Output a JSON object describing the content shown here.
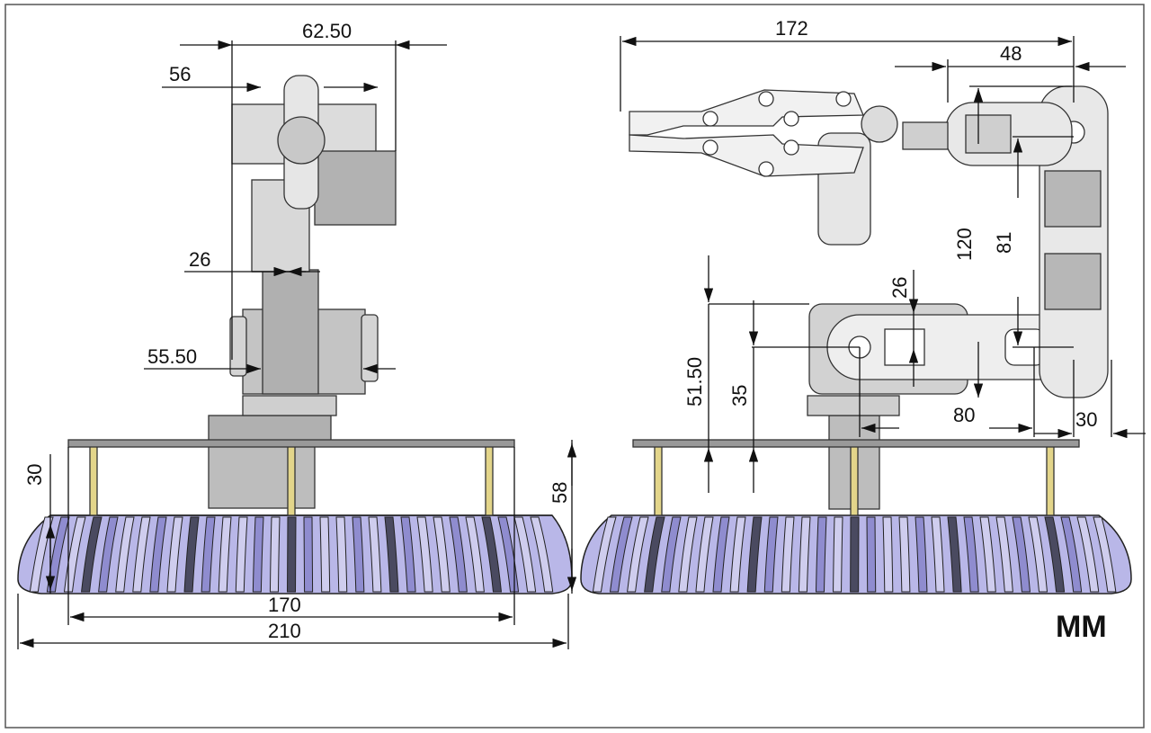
{
  "units": "MM",
  "front_view": {
    "dims": {
      "top_width": "62.50",
      "gripper_width": "56",
      "arm_width": "26",
      "shoulder_width": "55.50",
      "standoff_height": "30",
      "total_height": "58",
      "plate_width": "170",
      "base_width": "210"
    }
  },
  "side_view": {
    "dims": {
      "arm_length": "172",
      "wrist_offset": "48",
      "upper_arm": "120",
      "upper_arm_inner": "81",
      "joint_height": "26",
      "shoulder_height": "51.50",
      "base_joint": "35",
      "forearm": "80",
      "elbow_offset": "30"
    }
  },
  "colors": {
    "frame": "#c8c8c8",
    "frame_dark": "#8e8e8e",
    "standoff": "#e3d58a",
    "fin_light": "#cfcdee",
    "fin_mid": "#8f8ccf",
    "fin_dark": "#4a4a60"
  }
}
